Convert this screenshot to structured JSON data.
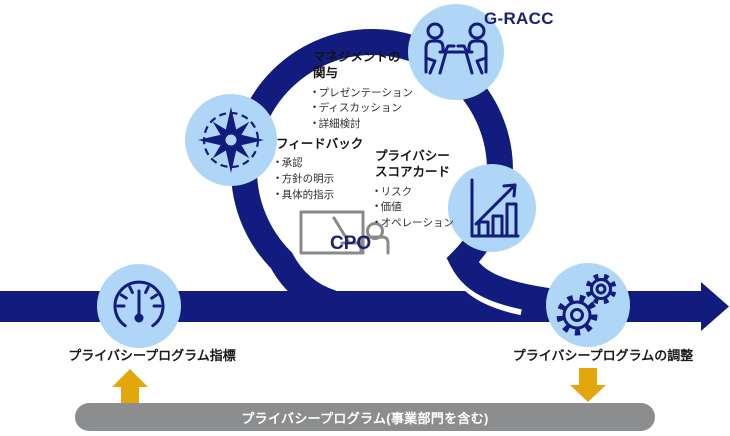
{
  "colors": {
    "navy": "#111C7E",
    "light_blue": "#AFD6F6",
    "gold": "#E3A60B",
    "program_bar_gray": "#8B8D8E",
    "cpo_icon_gray": "#8A8A8A"
  },
  "labels": {
    "g_racc": "G-RACC",
    "cpo": "CPO"
  },
  "blocks": {
    "management": {
      "title": "マネジメントの\n関与",
      "items": [
        "プレゼンテーション",
        "ディスカッション",
        "詳細検討"
      ]
    },
    "feedback": {
      "title": "フィードバック",
      "items": [
        "承認",
        "方針の明示",
        "具体的指示"
      ]
    },
    "scorecard": {
      "title": "プライバシー\nスコアカード",
      "items": [
        "リスク",
        "価値",
        "オペレーション"
      ]
    }
  },
  "bottom": {
    "metrics_label": "プライバシープログラム指標",
    "adjust_label": "プライバシープログラムの調整",
    "program_label": "プライバシープログラム(事業部門を含む)"
  },
  "icons": {
    "top_circle": "meeting-icon",
    "left_circle": "compass-icon",
    "right_circle": "bar-chart-icon",
    "center": "presenter-desk-icon",
    "metrics_circle": "gauge-icon",
    "adjust_circle": "gears-icon"
  }
}
